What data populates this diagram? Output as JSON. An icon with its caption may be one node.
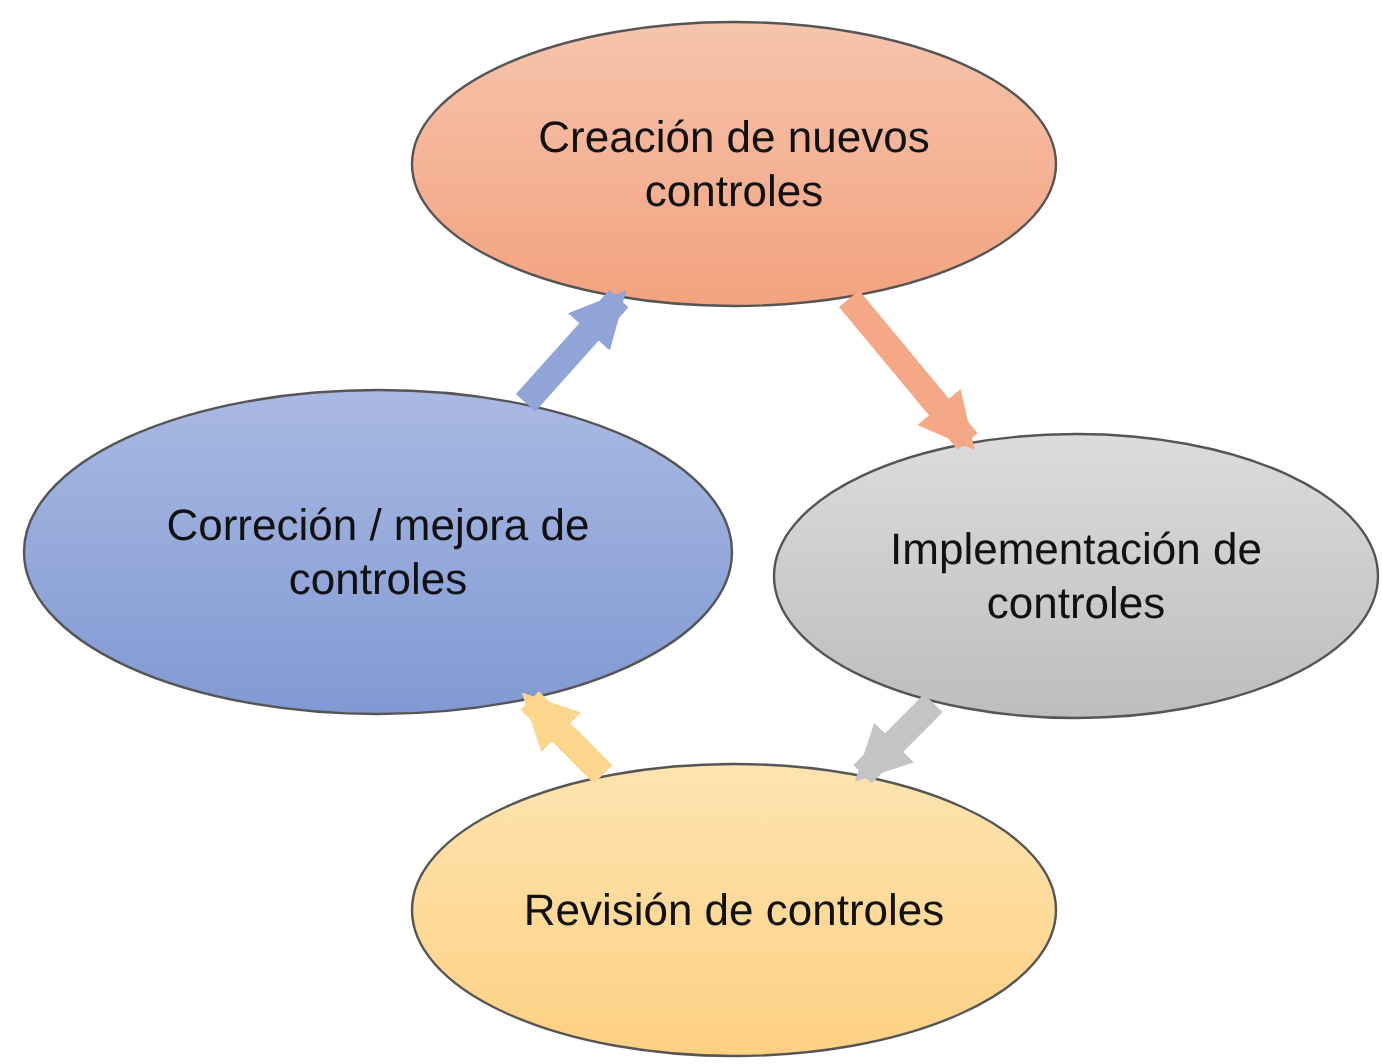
{
  "diagram": {
    "nodes": [
      {
        "text": [
          "Creación de nuevos controles"
        ]
      },
      {
        "text": [
          "Implementación de controles"
        ]
      },
      {
        "text": [
          "Revisión de controles"
        ]
      },
      {
        "text": [
          "Correción / mejora de controles"
        ]
      }
    ],
    "edges": [
      {
        "from": 0,
        "to": 1,
        "arrow": "to",
        "color": "#f4a886"
      },
      {
        "from": 1,
        "to": 2,
        "arrow": "to",
        "color": "#c4c4c4"
      },
      {
        "from": 2,
        "to": 3,
        "arrow": "to",
        "color": "#fdd68e"
      },
      {
        "from": 3,
        "to": 0,
        "arrow": "to",
        "color": "#90a4d8"
      }
    ]
  }
}
